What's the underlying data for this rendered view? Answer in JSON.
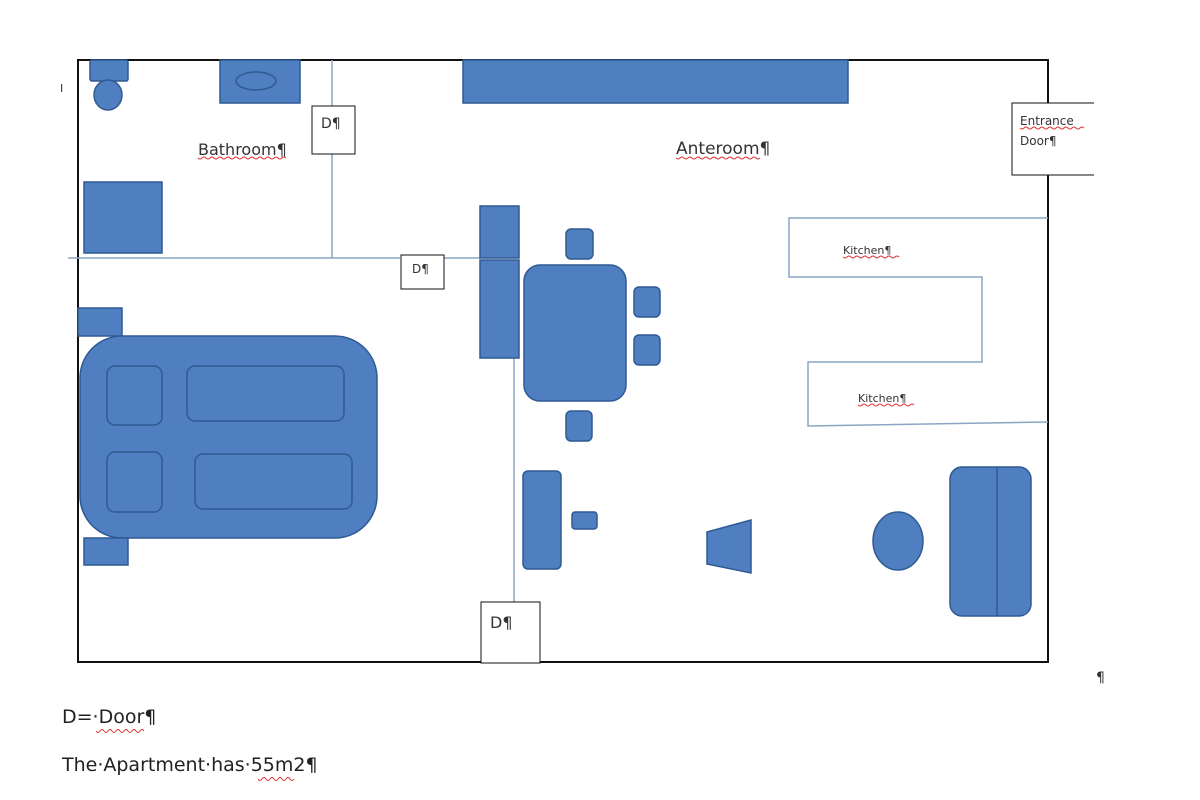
{
  "labels": {
    "bathroom": "Bathroom¶",
    "anteroom": "Anteroom¶",
    "entrance_line1": "Entrance",
    "entrance_line2": "Door¶",
    "door_top": "D¶",
    "door_mid": "D¶",
    "door_bottom": "D¶",
    "kitchen_upper": "Kitchen¶",
    "kitchen_lower": "Kitchen¶"
  },
  "text": {
    "legend": "D=·Door¶",
    "area": "The·Apartment·has·55m2¶",
    "pilcrow": "¶",
    "cursor_mark": "I"
  },
  "colors": {
    "furniture_fill": "#4f7fc0",
    "furniture_stroke": "#2f5a93",
    "wall_border": "#111111",
    "partition": "#8aa6c4",
    "spellcheck": "#dd3333"
  },
  "icons": {
    "furniture": "filled-rounded-rect-shapes"
  }
}
